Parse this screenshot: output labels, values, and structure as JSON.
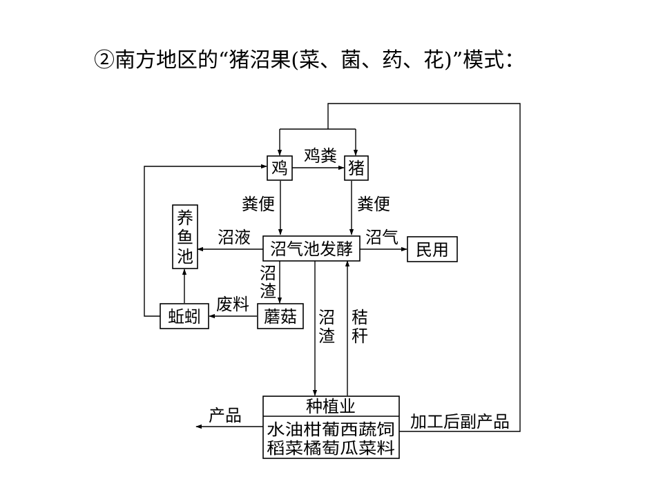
{
  "title": "②南方地区的“猪沼果(菜、菌、药、花)”模式：",
  "nodes": {
    "chicken": "鸡",
    "pig": "猪",
    "fishpond": [
      "养",
      "鱼",
      "池"
    ],
    "biogas": "沼气池发酵",
    "civil": "民用",
    "earthworm": "蚯蚓",
    "mushroom": "蘑菇",
    "planting_header": "种植业",
    "planting_row1": "水油柑葡西蔬饲",
    "planting_row2": "稻菜橘萄瓜菜料"
  },
  "edges": {
    "chicken_manure": "鸡粪",
    "feces_left": "粪便",
    "feces_right": "粪便",
    "slurry": "沼液",
    "gas": "沼气",
    "residue_small": [
      "沼",
      "渣"
    ],
    "waste": "废料",
    "residue_big": [
      "沼",
      "渣"
    ],
    "straw": [
      "秸",
      "秆"
    ],
    "product": "产品",
    "byproduct": "加工后副产品"
  }
}
